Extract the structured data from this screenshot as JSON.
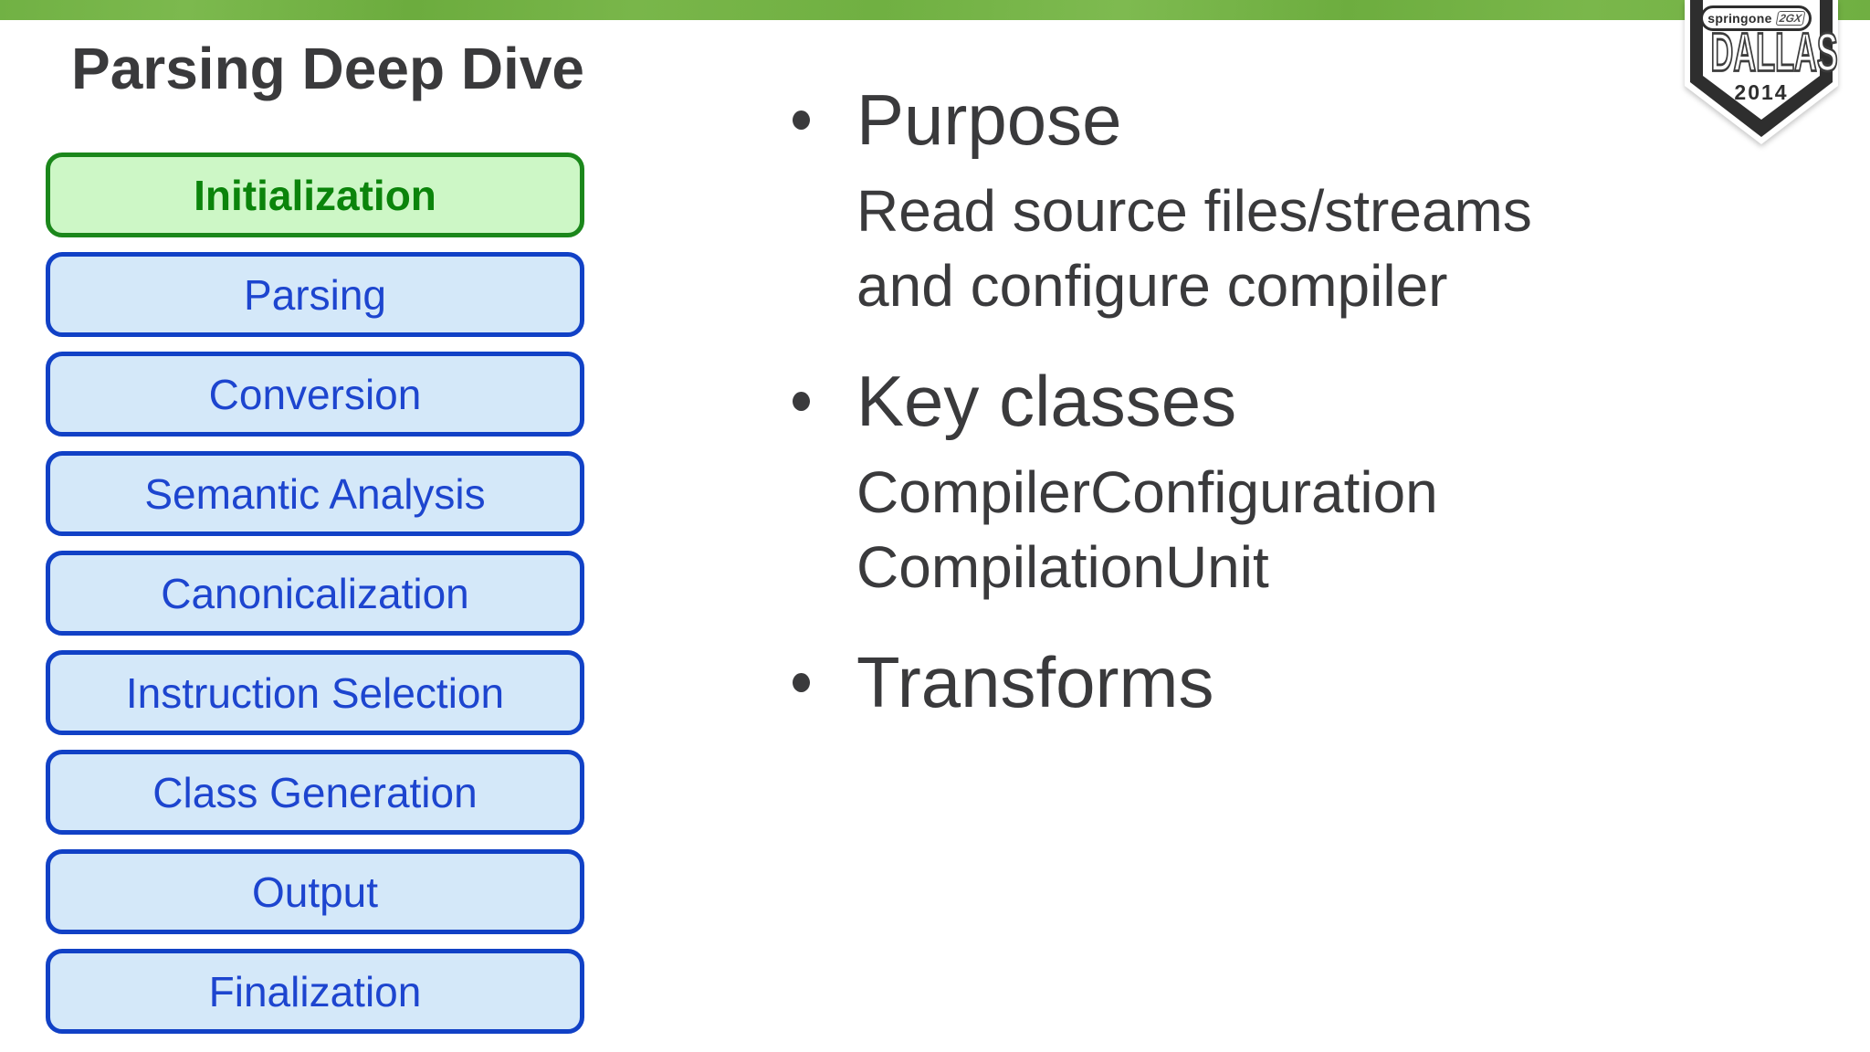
{
  "title": "Parsing Deep Dive",
  "topbar": {
    "color": "#74b244"
  },
  "pipeline": {
    "stages": [
      {
        "label": "Initialization",
        "state": "active"
      },
      {
        "label": "Parsing",
        "state": "default"
      },
      {
        "label": "Conversion",
        "state": "default"
      },
      {
        "label": "Semantic Analysis",
        "state": "default"
      },
      {
        "label": "Canonicalization",
        "state": "default"
      },
      {
        "label": "Instruction Selection",
        "state": "default"
      },
      {
        "label": "Class Generation",
        "state": "default"
      },
      {
        "label": "Output",
        "state": "default"
      },
      {
        "label": "Finalization",
        "state": "default"
      }
    ],
    "active_colors": {
      "fill": "#cdf7c6",
      "border": "#1b871b",
      "text": "#0b840b"
    },
    "default_colors": {
      "fill": "#d4e8f9",
      "border": "#1141c6",
      "text": "#1d45cf"
    }
  },
  "bullets": [
    {
      "heading": "Purpose",
      "lines": [
        "Read source files/streams",
        "and configure compiler"
      ]
    },
    {
      "heading": "Key classes",
      "lines": [
        "CompilerConfiguration",
        "CompilationUnit"
      ]
    },
    {
      "heading": "Transforms",
      "lines": []
    }
  ],
  "badge": {
    "brand": "springone",
    "brand_suffix": "2GX",
    "city": "DALLAS",
    "year": "2014"
  },
  "text_color": "#3a3a3c"
}
